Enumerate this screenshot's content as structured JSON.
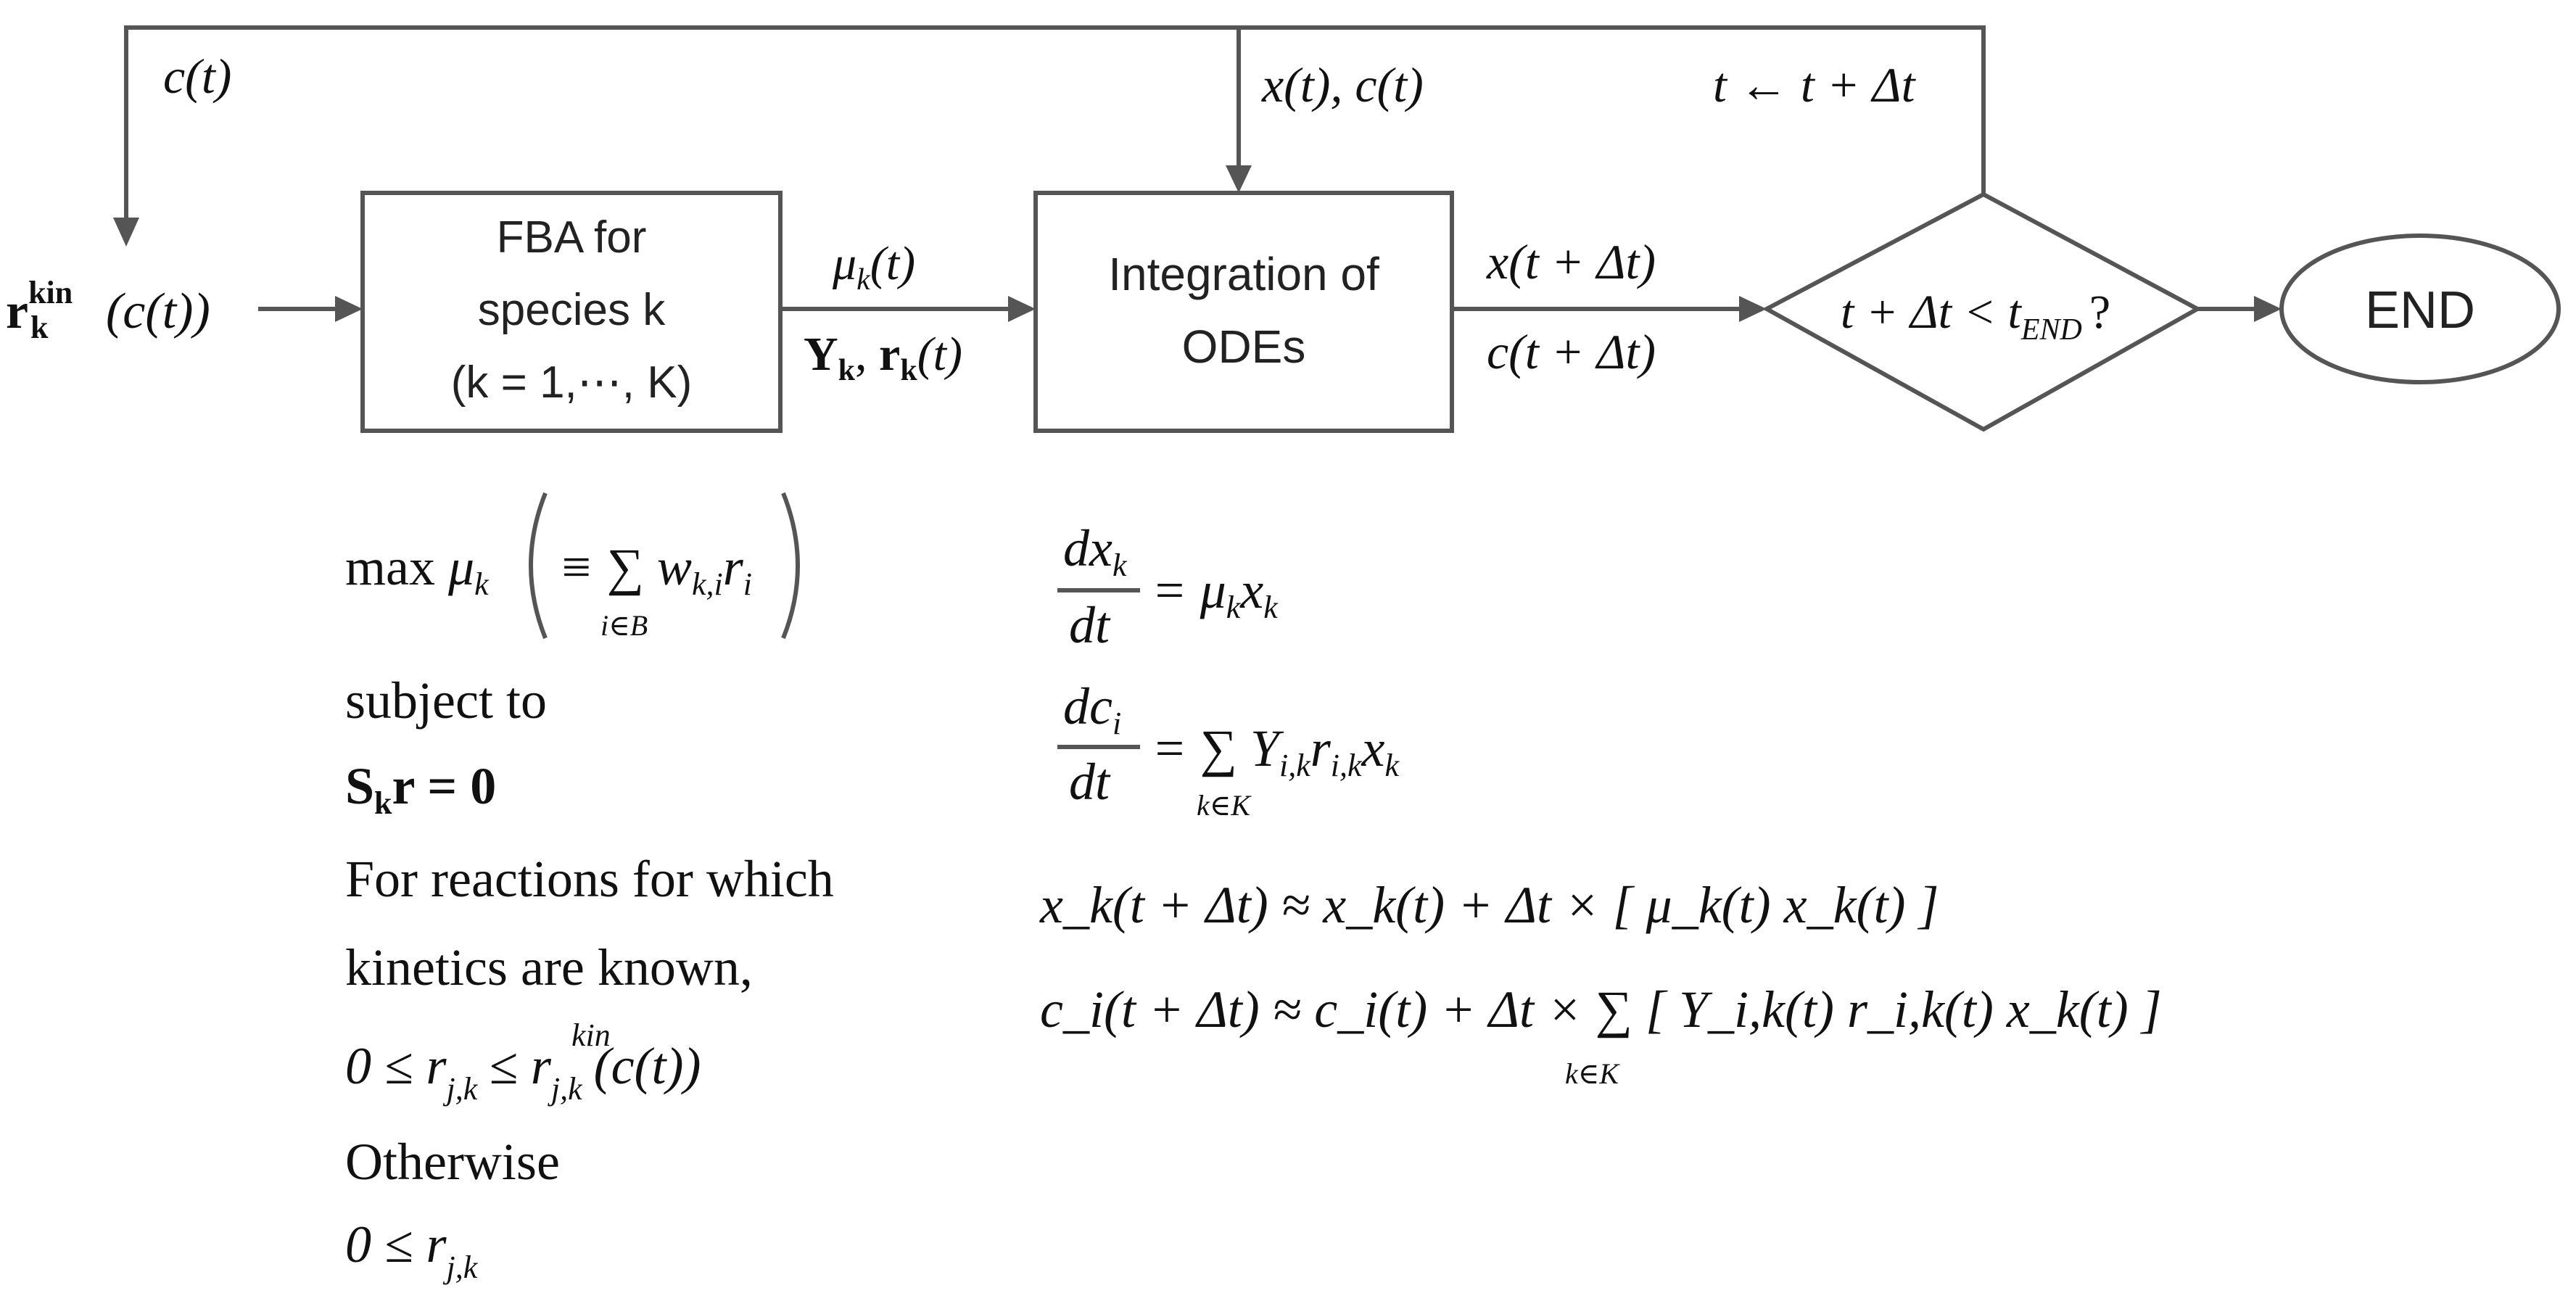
{
  "flow": {
    "rkin_lhs": {
      "base": "r",
      "sub": "k",
      "sup": "kin",
      "arg": "(c(t))"
    },
    "feedback_label": "c(t)",
    "fba_box": {
      "line1": "FBA for",
      "line2": "species k",
      "line3": "(k = 1,⋯, K)"
    },
    "mu_label": "μ",
    "mu_sub": "k",
    "mu_arg": "(t)",
    "yr_label": {
      "y": "Y",
      "y_sub": "k",
      "r": "r",
      "r_sub": "k",
      "arg": "(t)"
    },
    "ode_box": {
      "line1": "Integration of",
      "line2": "ODEs"
    },
    "xc_top_label": "x(t), c(t)",
    "time_update_label": "t ← t + Δt",
    "x_next_label": "x(t + Δt)",
    "c_next_label": "c(t + Δt)",
    "decision": {
      "lhs": "t + Δt < t",
      "sub": "END",
      "q": "?"
    },
    "end_label": "END"
  },
  "fba_constraints": {
    "objective": {
      "max": "max",
      "mu": "μ",
      "mu_sub": "k",
      "inner": "≡ ∑ w",
      "w_sub": "k,i",
      "r": "r",
      "r_sub": "i",
      "sum_sub": "i∈B"
    },
    "subject_to": "subject to",
    "stoich": "S",
    "stoich_sub": "k",
    "stoich_rest": "r = 0",
    "known_line1": "For reactions for which",
    "known_line2": "kinetics are known,",
    "bound1": {
      "lhs": "0 ≤ r",
      "sub1": "j,k",
      "mid": "≤ r",
      "sub2": "j,k",
      "sup2": "kin",
      "arg": "(c(t))"
    },
    "otherwise": "Otherwise",
    "bound2": {
      "lhs": "0 ≤ r",
      "sub": "j,k"
    }
  },
  "ode_equations": {
    "eq1": {
      "num": "dx",
      "num_sub": "k",
      "den": "dt",
      "rhs": "= μ",
      "rhs_sub1": "k",
      "rhs_x": "x",
      "rhs_sub2": "k"
    },
    "eq2": {
      "num": "dc",
      "num_sub": "i",
      "den": "dt",
      "rhs": "= ∑ Y",
      "y_sub": "i,k",
      "r": "r",
      "r_sub": "i,k",
      "x": "x",
      "x_sub": "k",
      "sum_sub": "k∈K"
    },
    "eq3": "x_k(t + Δt) ≈ x_k(t) + Δt × [ μ_k(t) x_k(t) ]",
    "eq4": "c_i(t + Δt) ≈ c_i(t) + Δt × ∑ [ Y_i,k(t) r_i,k(t) x_k(t) ]",
    "eq4_sum_sub": "k∈K"
  }
}
